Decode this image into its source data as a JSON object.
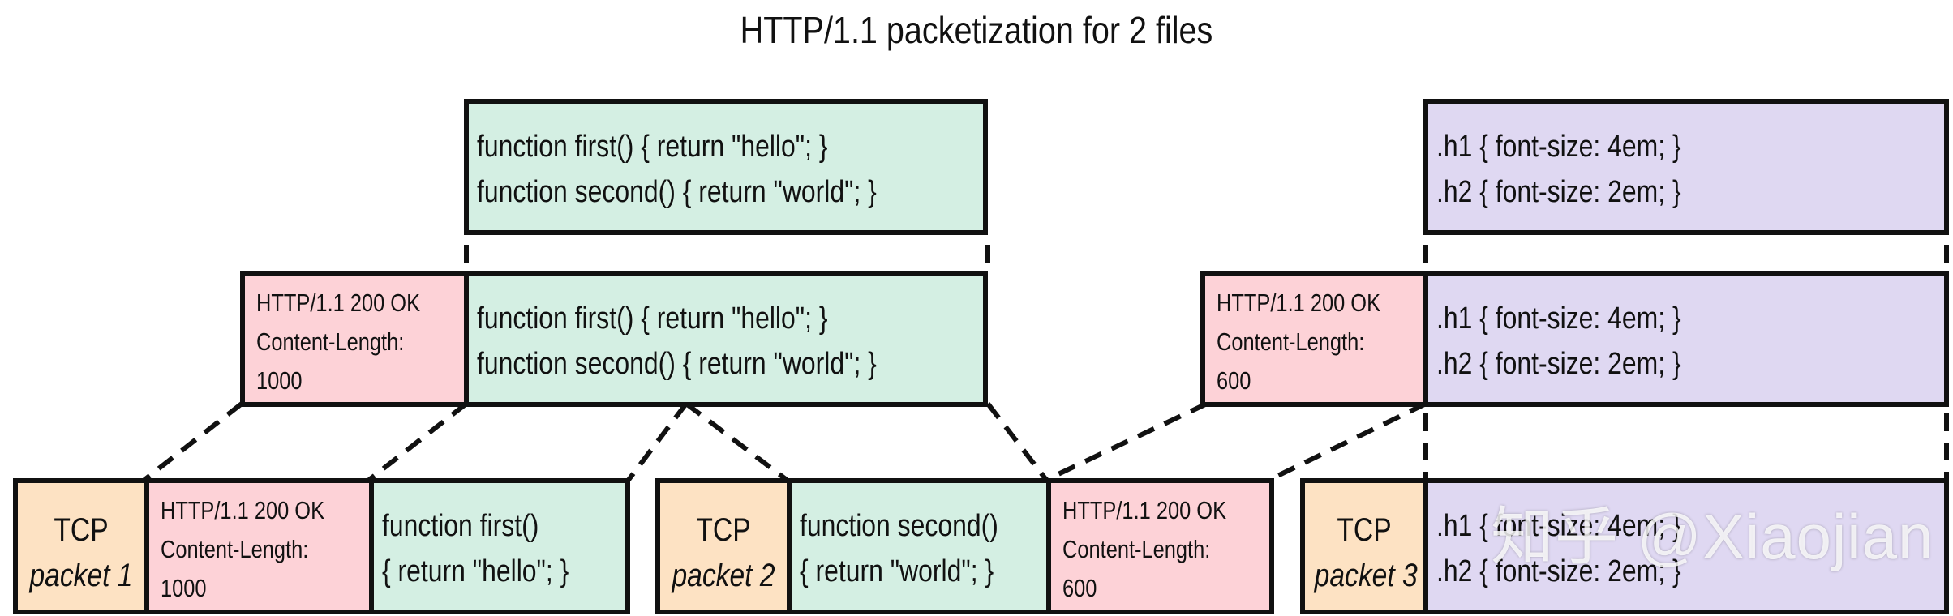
{
  "title": "HTTP/1.1 packetization for 2 files",
  "js": {
    "line1": "function first() { return \"hello\"; }",
    "line2": "function second() { return \"world\"; }"
  },
  "css": {
    "line1": ".h1 { font-size: 4em; }",
    "line2": ".h2 { font-size: 2em; }"
  },
  "js_header": {
    "status": "HTTP/1.1 200 OK",
    "length_label": "Content-Length:",
    "length_value": "1000"
  },
  "css_header": {
    "status": "HTTP/1.1 200 OK",
    "length_label": "Content-Length:",
    "length_value": "600"
  },
  "packet1": {
    "tcp": "TCP",
    "name": "packet 1",
    "header_status": "HTTP/1.1 200 OK",
    "header_length_label": "Content-Length:",
    "header_length_value": "1000",
    "body_line1": "function first()",
    "body_line2": "{ return \"hello\"; }"
  },
  "packet2": {
    "tcp": "TCP",
    "name": "packet 2",
    "body_line1": "function second()",
    "body_line2": "{ return \"world\"; }",
    "header_status": "HTTP/1.1 200 OK",
    "header_length_label": "Content-Length:",
    "header_length_value": "600"
  },
  "packet3": {
    "tcp": "TCP",
    "name": "packet 3",
    "body_line1": ".h1 { font-size: 4em; }",
    "body_line2": ".h2 { font-size: 2em; }"
  },
  "watermark": "知乎 @Xiaojian",
  "colors": {
    "js_fill": "#d4efe3",
    "header_fill": "#fdd2d7",
    "css_fill": "#dfd8f2",
    "tcp_fill": "#fde2c3",
    "stroke": "#111111"
  }
}
